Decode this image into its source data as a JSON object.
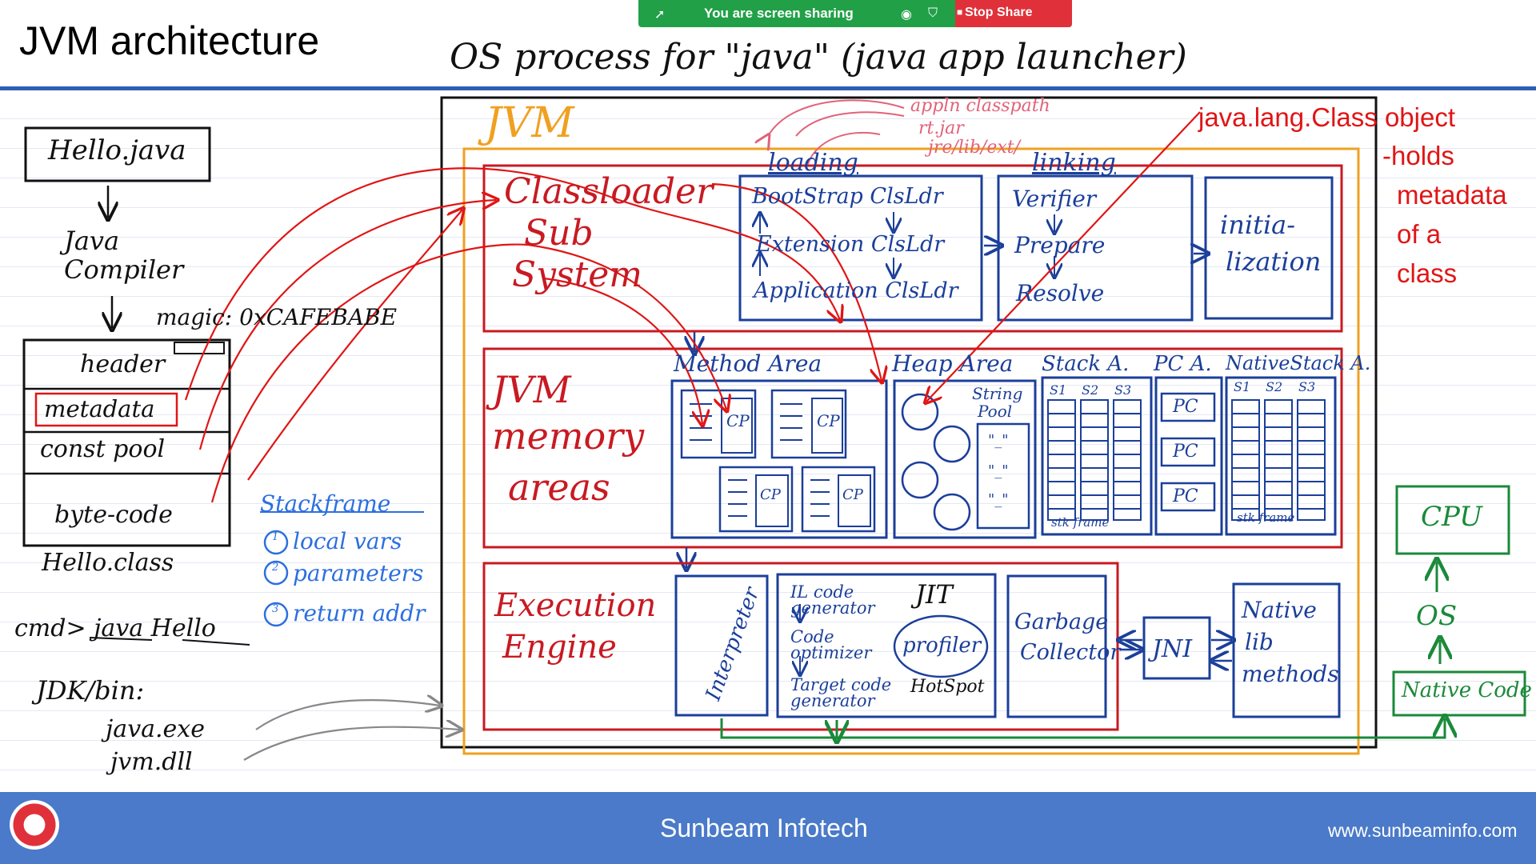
{
  "slide_title": "JVM architecture",
  "share_bar": {
    "status": "You are screen sharing",
    "stop_label": "Stop Share"
  },
  "heading": "OS process for \"java\" (java app launcher)",
  "left": {
    "source_file": "Hello.java",
    "compiler": [
      "Java",
      "Compiler"
    ],
    "magic": "magic: 0xCAFEBABE",
    "class_sections": [
      "header",
      "metadata",
      "const pool",
      "byte-code"
    ],
    "class_file": "Hello.class",
    "command": "cmd> java  Hello",
    "jdk_bin": "JDK/bin:",
    "jdk_files": [
      "java.exe",
      "jvm.dll"
    ]
  },
  "stackframe": {
    "title": "Stackframe",
    "items": [
      "local vars",
      "parameters",
      "return addr"
    ]
  },
  "jvm": {
    "label": "JVM",
    "classloader": {
      "title": [
        "Classloader",
        "Sub",
        "System"
      ],
      "loading": "loading",
      "linking": "linking",
      "loaders": [
        "BootStrap ClsLdr",
        "Extension ClsLdr",
        "Application ClsLdr"
      ],
      "link_steps": [
        "Verifier",
        "Prepare",
        "Resolve"
      ],
      "initialization": [
        "initia-",
        "lization"
      ],
      "classpaths": [
        "appln classpath",
        "rt.jar",
        "jre/lib/ext/"
      ]
    },
    "memory": {
      "title": [
        "JVM",
        "memory",
        "areas"
      ],
      "method_area": "Method Area",
      "cp": "CP",
      "heap_area": "Heap Area",
      "string_pool": [
        "String",
        "Pool"
      ],
      "string_literals": [
        "\"_\"",
        "\"_\"",
        "\"_\""
      ],
      "stack_area": "Stack A.",
      "pc_area": "PC A.",
      "native_stack": "NativeStack A.",
      "threads": [
        "S1",
        "S2",
        "S3"
      ],
      "pc": "PC",
      "stk_frame": "stk frame"
    },
    "execution": {
      "title": [
        "Execution",
        "Engine"
      ],
      "interpreter": "Interpreter",
      "jit": "JIT",
      "jit_steps": [
        "IL code generator",
        "Code optimizer",
        "Target code generator"
      ],
      "profiler": "profiler",
      "hotspot": "HotSpot",
      "gc": [
        "Garbage",
        "Collector"
      ],
      "jni": "JNI",
      "native_lib": [
        "Native",
        "lib",
        "methods"
      ]
    }
  },
  "annotation": [
    "java.lang.Class object",
    "-holds",
    "metadata",
    "of a",
    "class"
  ],
  "hardware": {
    "cpu": "CPU",
    "os": "OS",
    "native_code": "Native Code"
  },
  "footer": {
    "company": "Sunbeam Infotech",
    "url": "www.sunbeaminfo.com"
  },
  "colors": {
    "pen_red": "#c81a22",
    "pen_blue": "#1b3f9a",
    "jvm_orange": "#f0a020",
    "pen_green": "#1a8a3a",
    "footer": "#4a7ac9"
  }
}
